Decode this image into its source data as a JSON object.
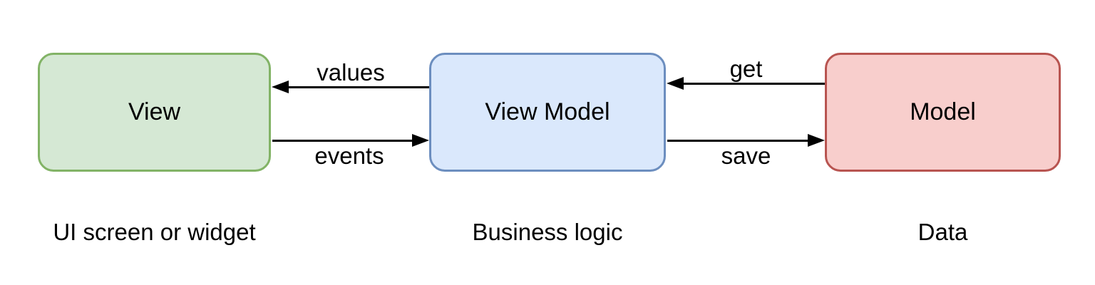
{
  "diagram": {
    "type": "architecture-diagram",
    "pattern": "MVVM",
    "background": "#ffffff",
    "edge_color": "#000000",
    "nodes": [
      {
        "id": "view",
        "label": "View",
        "caption": "UI screen or widget",
        "fill": "#d5e8d4",
        "stroke": "#82b366"
      },
      {
        "id": "view-model",
        "label": "View Model",
        "caption": "Business logic",
        "fill": "#dae8fc",
        "stroke": "#6c8ebf"
      },
      {
        "id": "model",
        "label": "Model",
        "caption": "Data",
        "fill": "#f8cecc",
        "stroke": "#b85450"
      }
    ],
    "edges": [
      {
        "label": "values",
        "from": "view-model",
        "to": "view",
        "direction": "left"
      },
      {
        "label": "events",
        "from": "view",
        "to": "view-model",
        "direction": "right"
      },
      {
        "label": "get",
        "from": "model",
        "to": "view-model",
        "direction": "left"
      },
      {
        "label": "save",
        "from": "view-model",
        "to": "model",
        "direction": "right"
      }
    ]
  }
}
